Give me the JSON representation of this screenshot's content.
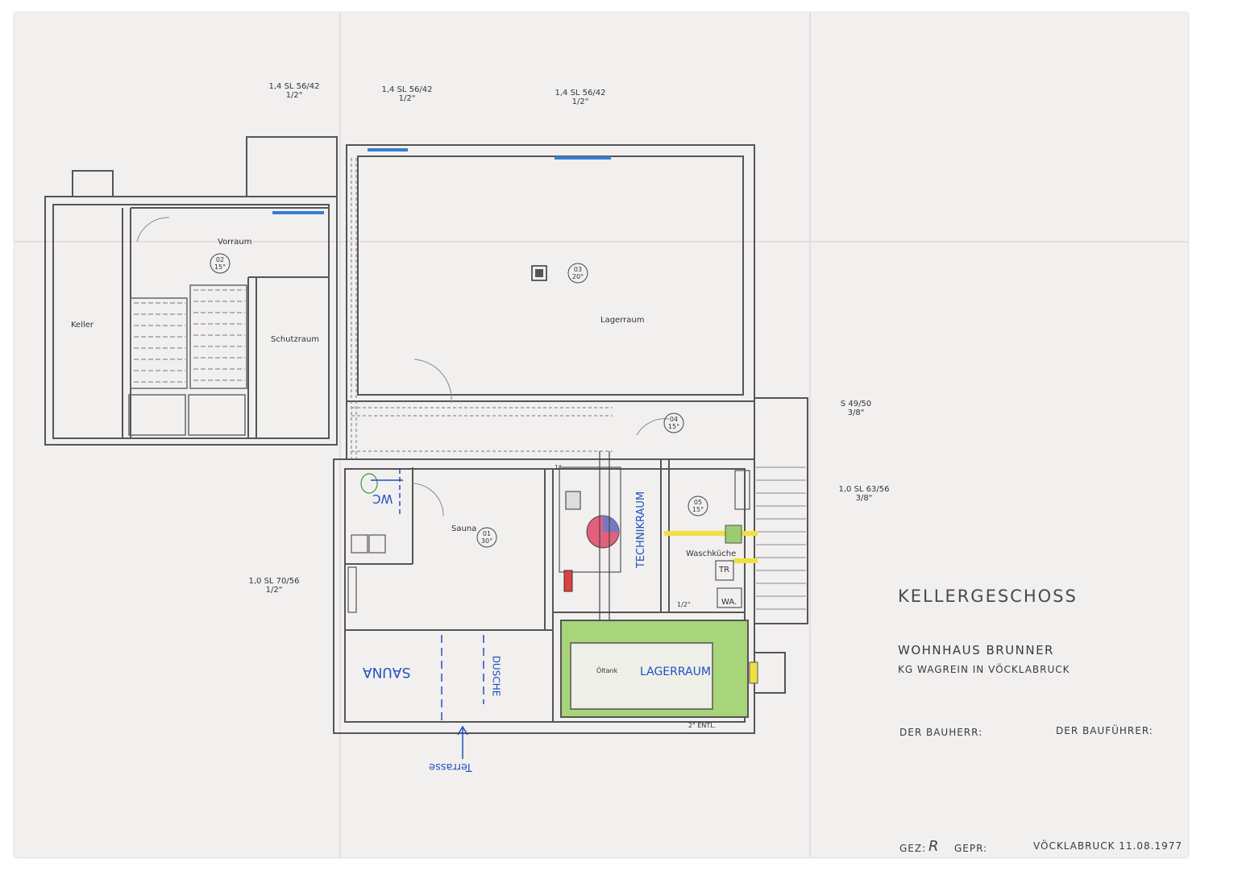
{
  "drawing": {
    "title": "KELLERGESCHOSS",
    "project": "WOHNHAUS BRUNNER",
    "location": "KG WAGREIN IN VÖCKLABRUCK",
    "bauherr": "DER BAUHERR:",
    "bauführer": "DER BAUFÜHRER:",
    "gez": "GEZ:",
    "gez_initial": "R",
    "gepr": "GEPR:",
    "place_date": "VÖCKLABRUCK  11.08.1977"
  },
  "windows": [
    {
      "spec": "1,4 SL 56/42",
      "size": "1/2\""
    },
    {
      "spec": "1,4 SL 56/42",
      "size": "1/2\""
    },
    {
      "spec": "1,4 SL 56/42",
      "size": "1/2\""
    },
    {
      "spec": "S 49/50",
      "size": "3/8\""
    },
    {
      "spec": "1,0 SL 63/56",
      "size": "3/8\""
    },
    {
      "spec": "1,0 SL 70/56",
      "size": "1/2\""
    }
  ],
  "rooms": [
    {
      "name": "Vorraum",
      "number": "02",
      "temp": "15°"
    },
    {
      "name": "Keller"
    },
    {
      "name": "Schutzraum"
    },
    {
      "name": "Lagerraum",
      "number": "03",
      "temp": "20°"
    },
    {
      "name": "",
      "number": "04",
      "temp": "15°"
    },
    {
      "name": "Sauna",
      "number": "01",
      "temp": "30°"
    },
    {
      "name": "Waschküche",
      "number": "05",
      "temp": "15°"
    }
  ],
  "fixtures": {
    "tr": "TR",
    "wa": "WA.",
    "oltank": "Öltank",
    "entl": "2\" ENTL.",
    "half": "1/2\"",
    "one": "1\""
  },
  "handwritten": {
    "wc": "WC",
    "technikraum": "TECHNIKRAUM",
    "lagerraum": "LAGERRAUM",
    "dusche": "DUSCHE",
    "sauna": "SAUNA",
    "terrasse": "Terrasse"
  },
  "colors": {
    "paper": "#f2efef",
    "line": "#555555",
    "blue_pen": "#2050c0",
    "green_fill": "#a8d47a",
    "yellow": "#f0e040"
  }
}
